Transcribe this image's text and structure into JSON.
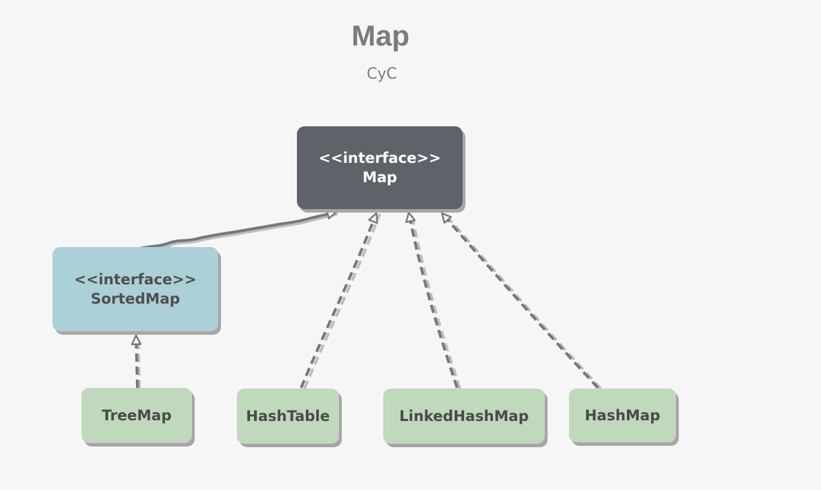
{
  "diagram": {
    "title": "Map",
    "subtitle": "CyC",
    "nodes": {
      "map": {
        "stereotype": "<<interface>>",
        "name": "Map"
      },
      "sorted_map": {
        "stereotype": "<<interface>>",
        "name": "SortedMap"
      },
      "tree_map": {
        "name": "TreeMap"
      },
      "hash_table": {
        "name": "HashTable"
      },
      "linked_hash_map": {
        "name": "LinkedHashMap"
      },
      "hash_map": {
        "name": "HashMap"
      }
    },
    "edges": [
      {
        "from": "SortedMap",
        "to": "Map",
        "relation": "extends"
      },
      {
        "from": "TreeMap",
        "to": "SortedMap",
        "relation": "implements"
      },
      {
        "from": "HashTable",
        "to": "Map",
        "relation": "implements"
      },
      {
        "from": "LinkedHashMap",
        "to": "Map",
        "relation": "implements"
      },
      {
        "from": "HashMap",
        "to": "Map",
        "relation": "implements"
      }
    ],
    "colors": {
      "background": "#f6f6f6",
      "interface_dark": "#5f6369",
      "interface_light": "#acd0d8",
      "class": "#c0d8bc",
      "edge": "#777777",
      "edge_shadow": "#bdbdbd",
      "title": "#7b7b7b"
    }
  }
}
